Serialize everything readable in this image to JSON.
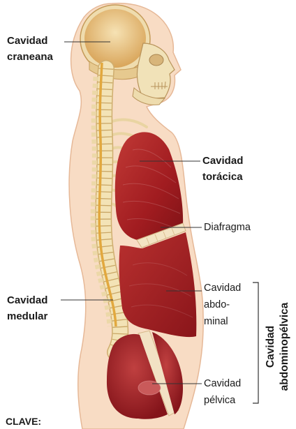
{
  "labels": {
    "cranial": {
      "line1": "Cavidad",
      "line2": "craneana"
    },
    "thoracic": {
      "line1": "Cavidad",
      "line2": "torácica"
    },
    "diaphragm": {
      "line1": "Diafragma"
    },
    "abdominal": {
      "line1": "Cavidad",
      "line2": "abdo-",
      "line3": "minal"
    },
    "spinal": {
      "line1": "Cavidad",
      "line2": "medular"
    },
    "pelvic": {
      "line1": "Cavidad",
      "line2": "pélvica"
    },
    "abdominopelvic": {
      "line1": "Cavidad",
      "line2": "abdominopélvica"
    }
  },
  "key": {
    "label": "CLAVE:"
  },
  "colors": {
    "skin": "#f8dcc4",
    "bone": "#efdcae",
    "cranial_cavity": "#e2b26a",
    "cavity_red": "#a81e22",
    "leader_line": "#333333"
  }
}
